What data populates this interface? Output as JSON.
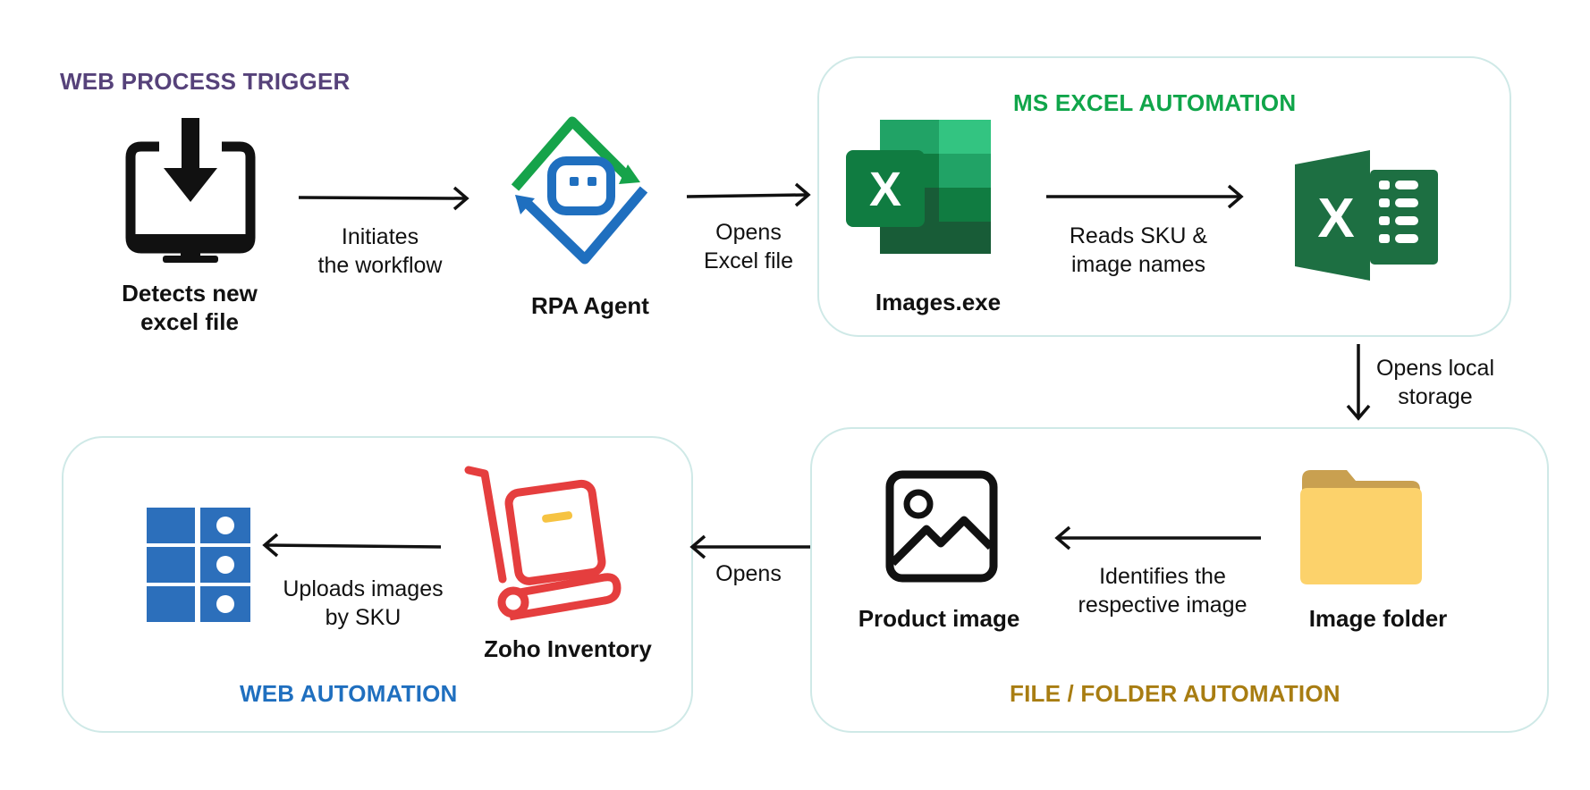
{
  "colors": {
    "web_trigger": "#56427a",
    "excel_section": "#10a54a",
    "file_section": "#a87d12",
    "web_section": "#1f6fbf",
    "panel_border": "#cfe9e7"
  },
  "sections": {
    "web_trigger": "WEB PROCESS TRIGGER",
    "excel": "MS EXCEL AUTOMATION",
    "file_folder": "FILE / FOLDER AUTOMATION",
    "web": "WEB AUTOMATION"
  },
  "nodes": {
    "detect": {
      "label": "Detects new\nexcel file",
      "icon": "monitor-download-icon"
    },
    "rpa": {
      "label": "RPA Agent",
      "icon": "rpa-agent-icon"
    },
    "images_exe": {
      "label": "Images.exe",
      "icon": "excel-app-icon"
    },
    "excel_sheet": {
      "label": "",
      "icon": "excel-sheet-icon"
    },
    "image_folder": {
      "label": "Image folder",
      "icon": "folder-icon"
    },
    "product_image": {
      "label": "Product image",
      "icon": "image-icon"
    },
    "zoho": {
      "label": "Zoho Inventory",
      "icon": "hand-truck-icon"
    },
    "grid": {
      "label": "",
      "icon": "image-grid-icon"
    }
  },
  "edges": {
    "initiates": "Initiates\nthe workflow",
    "opens_excel": "Opens\nExcel file",
    "reads_sku": "Reads SKU &\nimage names",
    "opens_local": "Opens local\nstorage",
    "identifies": "Identifies the\nrespective image",
    "opens": "Opens",
    "uploads": "Uploads images\nby SKU"
  }
}
